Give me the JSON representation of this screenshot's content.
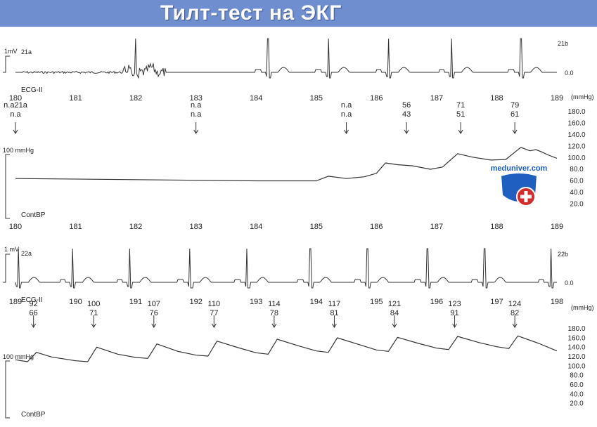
{
  "title": "Тилт-тест на ЭКГ",
  "watermark": "meduniver.com",
  "colors": {
    "banner": "#6f8ed0",
    "trace": "#333333",
    "watermark_blue": "#1f5fbf",
    "watermark_red": "#d62b2b"
  },
  "chart_data": [
    {
      "type": "line",
      "panel": "ECG top",
      "trace_label": "ECG-II",
      "scale_label": "1mV",
      "strip_start": "21a",
      "strip_end": "21b",
      "zero_label": "0.0",
      "x_ticks": [
        180,
        181,
        182,
        183,
        184,
        185,
        186,
        187,
        188,
        189
      ],
      "beats": [
        182.0,
        184.2,
        185.2,
        186.2,
        187.25,
        188.4
      ],
      "artifact": [
        181.8,
        182.5
      ]
    },
    {
      "type": "line",
      "panel": "BP top",
      "trace_label": "ContBP",
      "scale_label": "100 mmHg",
      "strip_end": "21b",
      "unit": "(mmHg)",
      "x_ticks": [
        180,
        181,
        182,
        183,
        184,
        185,
        186,
        187,
        188,
        189
      ],
      "y_ticks": [
        "180.0",
        "160.0",
        "140.0",
        "120.0",
        "100.0",
        "80.0",
        "60.0",
        "40.0",
        "20.0"
      ],
      "ylim": [
        0,
        180
      ],
      "annotations": [
        {
          "x": 180,
          "sys": "n.a21a",
          "dia": "n.a"
        },
        {
          "x": 183,
          "sys": "n.a",
          "dia": "n.a"
        },
        {
          "x": 185.5,
          "sys": "n.a",
          "dia": "n.a"
        },
        {
          "x": 186.5,
          "sys": "56",
          "dia": "43"
        },
        {
          "x": 187.4,
          "sys": "71",
          "dia": "51"
        },
        {
          "x": 188.3,
          "sys": "79",
          "dia": "61"
        }
      ],
      "pressure": [
        [
          180,
          63
        ],
        [
          182,
          61
        ],
        [
          183,
          60
        ],
        [
          184,
          59
        ],
        [
          185.0,
          59
        ],
        [
          185.2,
          67
        ],
        [
          185.5,
          63
        ],
        [
          185.8,
          66
        ],
        [
          186.0,
          72
        ],
        [
          186.15,
          90
        ],
        [
          186.35,
          87
        ],
        [
          186.6,
          85
        ],
        [
          186.9,
          79
        ],
        [
          187.1,
          83
        ],
        [
          187.35,
          106
        ],
        [
          187.6,
          100
        ],
        [
          187.9,
          95
        ],
        [
          188.15,
          96
        ],
        [
          188.4,
          117
        ],
        [
          188.55,
          111
        ],
        [
          188.65,
          113
        ],
        [
          188.75,
          109
        ],
        [
          188.85,
          104
        ],
        [
          189,
          98
        ]
      ]
    },
    {
      "type": "line",
      "panel": "ECG bottom",
      "trace_label": "ECG-II",
      "scale_label": "1 mV",
      "strip_start": "22a",
      "strip_end": "22b",
      "zero_label": "0.0",
      "x_ticks": [
        189,
        190,
        191,
        192,
        193,
        194,
        195,
        196,
        197,
        198
      ],
      "beats": [
        189.05,
        189.95,
        190.9,
        191.9,
        192.85,
        193.9,
        194.85,
        195.85,
        196.8,
        197.9
      ]
    },
    {
      "type": "line",
      "panel": "BP bottom",
      "trace_label": "ContBP",
      "scale_label": "100 mmHg",
      "strip_start": "22a",
      "strip_end": "22b",
      "unit": "(mmHg)",
      "x_ticks": [
        189,
        190,
        191,
        192,
        193,
        194,
        195,
        196,
        197,
        198
      ],
      "y_ticks": [
        "180.0",
        "160.0",
        "140.0",
        "120.0",
        "100.0",
        "80.0",
        "60.0",
        "40.0",
        "20.0"
      ],
      "ylim": [
        0,
        180
      ],
      "annotations": [
        {
          "x": 189.3,
          "sys": "92",
          "dia": "66"
        },
        {
          "x": 190.3,
          "sys": "100",
          "dia": "71"
        },
        {
          "x": 191.3,
          "sys": "107",
          "dia": "76"
        },
        {
          "x": 192.3,
          "sys": "110",
          "dia": "77"
        },
        {
          "x": 193.3,
          "sys": "114",
          "dia": "78"
        },
        {
          "x": 194.3,
          "sys": "117",
          "dia": "81"
        },
        {
          "x": 195.3,
          "sys": "121",
          "dia": "84"
        },
        {
          "x": 196.3,
          "sys": "123",
          "dia": "91"
        },
        {
          "x": 197.3,
          "sys": "124",
          "dia": "82"
        }
      ],
      "pressure": [
        [
          189.0,
          112
        ],
        [
          189.2,
          108
        ],
        [
          189.35,
          128
        ],
        [
          189.6,
          118
        ],
        [
          190.0,
          110
        ],
        [
          190.2,
          108
        ],
        [
          190.35,
          139
        ],
        [
          190.7,
          124
        ],
        [
          191.0,
          117
        ],
        [
          191.2,
          115
        ],
        [
          191.35,
          146
        ],
        [
          191.7,
          130
        ],
        [
          192.0,
          122
        ],
        [
          192.2,
          120
        ],
        [
          192.35,
          152
        ],
        [
          192.7,
          138
        ],
        [
          193.0,
          127
        ],
        [
          193.2,
          124
        ],
        [
          193.35,
          156
        ],
        [
          193.7,
          142
        ],
        [
          194.0,
          131
        ],
        [
          194.2,
          128
        ],
        [
          194.35,
          159
        ],
        [
          194.7,
          145
        ],
        [
          195.0,
          133
        ],
        [
          195.2,
          130
        ],
        [
          195.35,
          160
        ],
        [
          195.7,
          147
        ],
        [
          196.0,
          137
        ],
        [
          196.2,
          134
        ],
        [
          196.35,
          162
        ],
        [
          196.7,
          149
        ],
        [
          197.0,
          140
        ],
        [
          197.2,
          136
        ],
        [
          197.35,
          163
        ],
        [
          197.7,
          147
        ],
        [
          198,
          131
        ]
      ]
    }
  ]
}
